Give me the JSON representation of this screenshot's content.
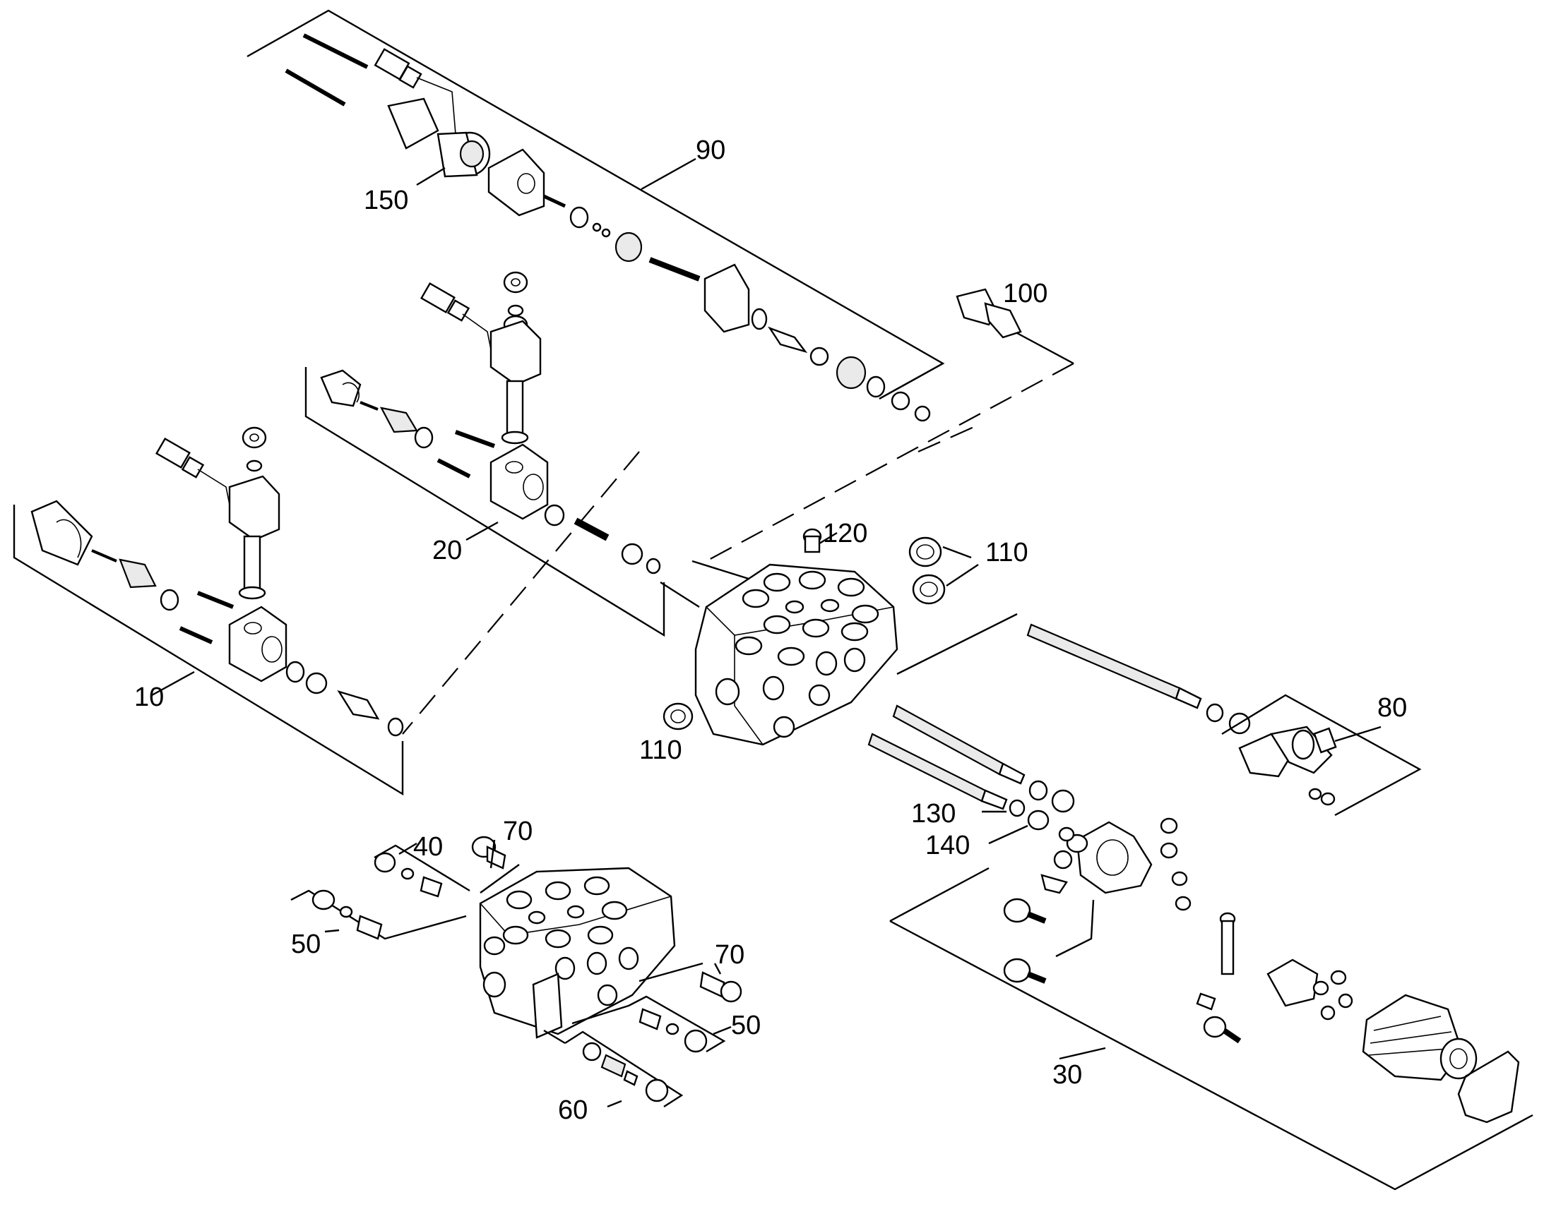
{
  "callouts": {
    "c90": "90",
    "c150": "150",
    "c100": "100",
    "c20": "20",
    "c10": "10",
    "c120": "120",
    "c110a": "110",
    "c110b": "110",
    "c80": "80",
    "c130": "130",
    "c140": "140",
    "c30": "30",
    "c40": "40",
    "c70a": "70",
    "c50a": "50",
    "c70b": "70",
    "c50b": "50",
    "c60": "60"
  }
}
